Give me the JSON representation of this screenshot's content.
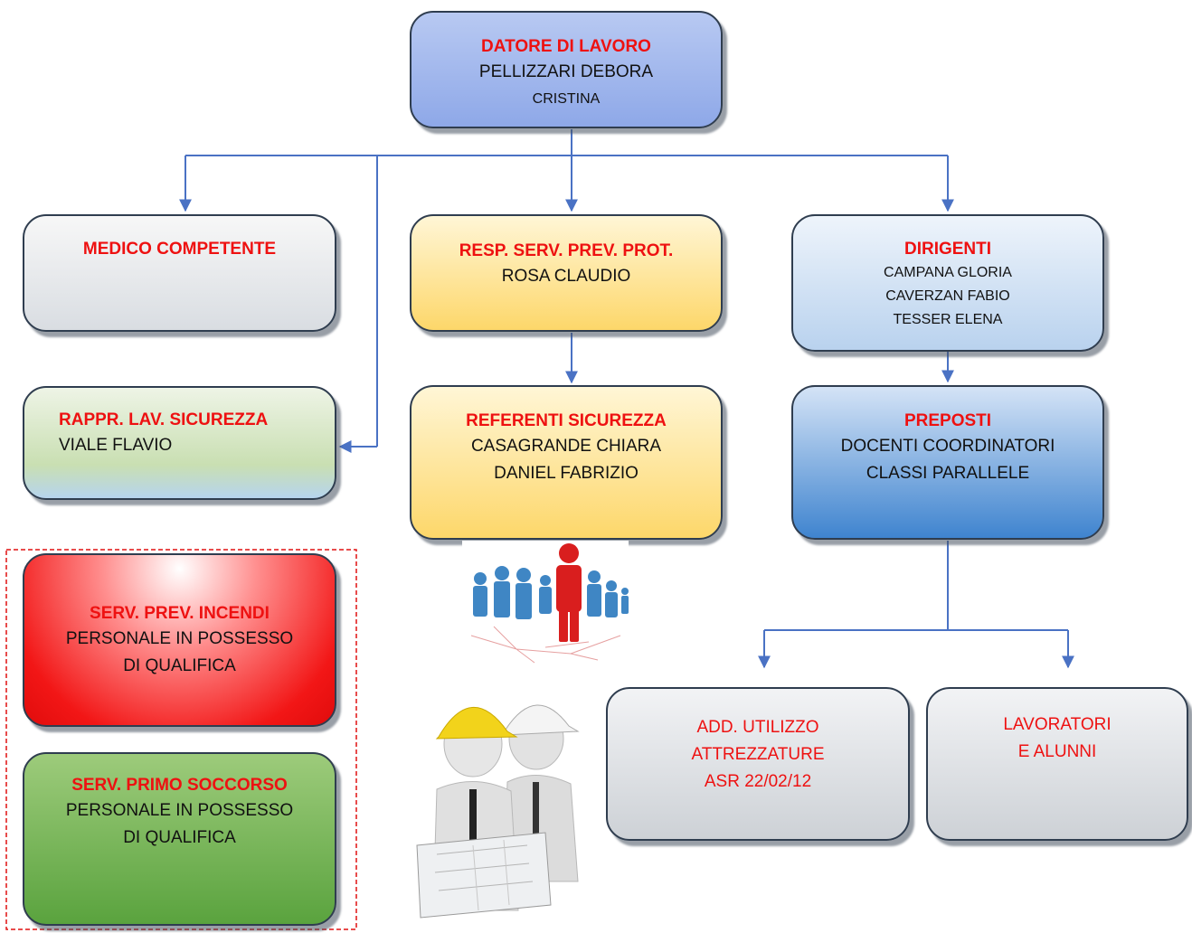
{
  "datore": {
    "title": "DATORE DI LAVORO",
    "lines": [
      "PELLIZZARI DEBORA",
      "CRISTINA"
    ]
  },
  "medico": {
    "title": "MEDICO COMPETENTE"
  },
  "rspp": {
    "title": "RESP. SERV. PREV. PROT.",
    "lines": [
      "ROSA CLAUDIO"
    ]
  },
  "dirigenti": {
    "title": "DIRIGENTI",
    "lines": [
      "CAMPANA GLORIA",
      "CAVERZAN FABIO",
      "TESSER ELENA"
    ]
  },
  "rls": {
    "title": "RAPPR. LAV. SICUREZZA",
    "lines": [
      "VIALE FLAVIO"
    ]
  },
  "referenti": {
    "title": "REFERENTI SICUREZZA",
    "lines": [
      "CASAGRANDE CHIARA",
      "DANIEL FABRIZIO"
    ]
  },
  "preposti": {
    "title": "PREPOSTI",
    "lines": [
      "DOCENTI COORDINATORI",
      "CLASSI PARALLELE"
    ]
  },
  "incendi": {
    "title": "SERV. PREV. INCENDI",
    "lines": [
      "PERSONALE IN POSSESSO",
      "DI QUALIFICA"
    ]
  },
  "soccorso": {
    "title": "SERV. PRIMO SOCCORSO",
    "lines": [
      "PERSONALE IN POSSESSO",
      "DI QUALIFICA"
    ]
  },
  "addetti": {
    "lines": [
      "ADD. UTILIZZO",
      "ATTREZZATURE",
      "ASR 22/02/12"
    ]
  },
  "lavoratori": {
    "lines": [
      "LAVORATORI",
      "E ALUNNI"
    ]
  },
  "colors": {
    "connector": "#4a72c4",
    "title_red": "#ee1111",
    "dashed_border": "#e01010"
  },
  "images": [
    "network-people-illustration",
    "engineers-with-blueprint-illustration"
  ]
}
